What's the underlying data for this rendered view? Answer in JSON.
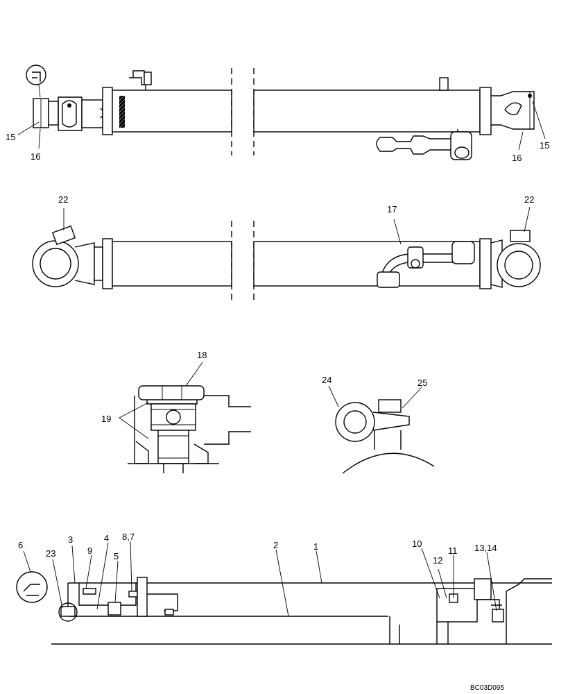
{
  "drawing_code": "BC03D095",
  "callouts": {
    "top_left_15": "15",
    "top_left_16": "16",
    "top_right_16": "16",
    "top_right_15": "15",
    "mid_left_22": "22",
    "mid_17": "17",
    "mid_right_22": "22",
    "detail_18": "18",
    "detail_19": "19",
    "detail_24": "24",
    "detail_25": "25",
    "section_6": "6",
    "section_23": "23",
    "section_3": "3",
    "section_9": "9",
    "section_4": "4",
    "section_5": "5",
    "section_8_7": "8,7",
    "section_2": "2",
    "section_1": "1",
    "section_10": "10",
    "section_12": "12",
    "section_11": "11",
    "section_13_14": "13,14"
  }
}
